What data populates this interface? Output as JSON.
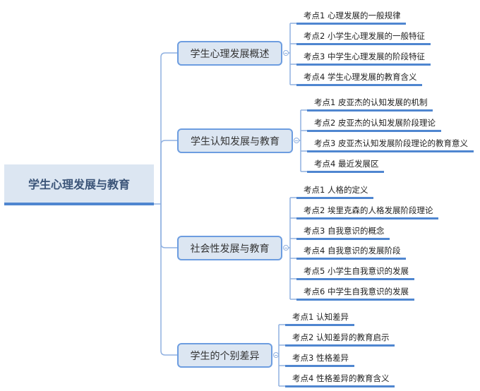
{
  "root": {
    "label": "学生心理发展与教育"
  },
  "branches": [
    {
      "label": "学生心理发展概述",
      "items": [
        "考点1 心理发展的一般规律",
        "考点2 小学生心理发展的一般特征",
        "考点3 中学生心理发展的阶段特征",
        "考点4 学生心理发展的教育含义"
      ]
    },
    {
      "label": "学生认知发展与教育",
      "items": [
        "考点1 皮亚杰的认知发展的机制",
        "考点2 皮亚杰的认知发展阶段理论",
        "考点3 皮亚杰认知发展阶段理论的教育意义",
        "考点4 最近发展区"
      ]
    },
    {
      "label": "社会性发展与教育",
      "items": [
        "考点1 人格的定义",
        "考点2 埃里克森的人格发展阶段理论",
        "考点3 自我意识的概念",
        "考点4 自我意识的发展阶段",
        "考点5 小学生自我意识的发展",
        "考点6 中学生自我意识的发展"
      ]
    },
    {
      "label": "学生的个别差异",
      "items": [
        "考点1 认知差异",
        "考点2 认知差异的教育启示",
        "考点3 性格差异",
        "考点4 性格差异的教育含义"
      ]
    }
  ],
  "colors": {
    "accent": "#4f86d0",
    "node_fill": "#dce6f2",
    "line": "#8fb0e0"
  }
}
